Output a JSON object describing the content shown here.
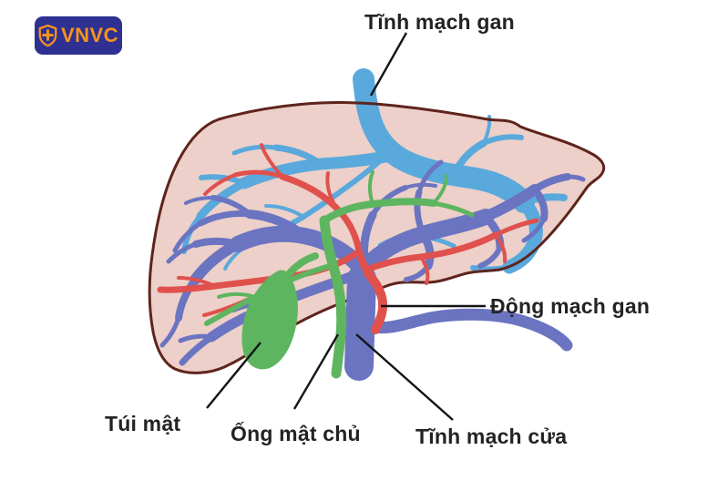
{
  "logo": {
    "text": "VNVC",
    "icon": "shield-cross-icon"
  },
  "labels": {
    "hepatic_vein": "Tĩnh mạch gan",
    "hepatic_artery": "Động mạch gan",
    "portal_vein": "Tĩnh mạch cửa",
    "bile_duct": "Ống mật chủ",
    "gallbladder": "Túi mật"
  },
  "colors": {
    "background": "#ffffff",
    "liver_fill": "#ecd0c9",
    "liver_outline": "#5e241c",
    "hepatic_vein": "#5aa9dc",
    "portal_vein": "#6b74c1",
    "artery": "#e0514d",
    "bile": "#5eb560",
    "leader": "#141414",
    "text": "#232323",
    "logo_bg": "#2e3192",
    "logo_text": "#f7941e"
  }
}
